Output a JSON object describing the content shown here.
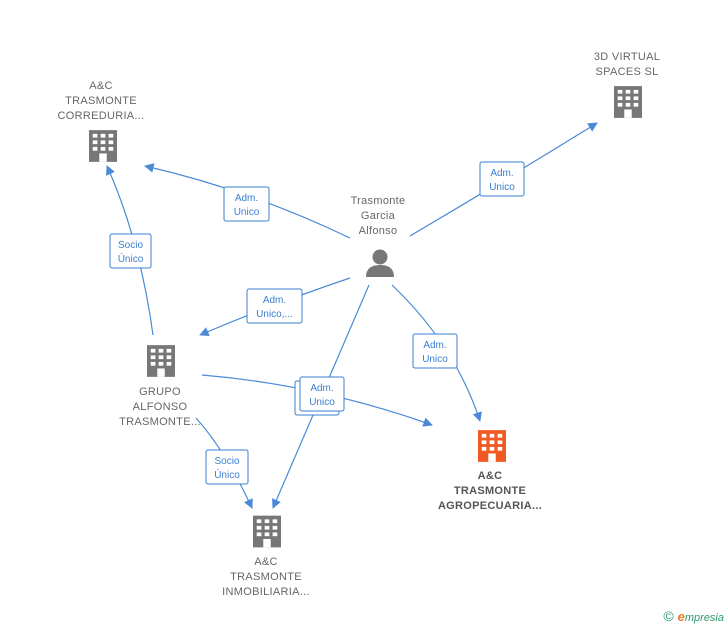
{
  "colors": {
    "edge": "#4a8ad6",
    "edge_text": "#3a7fd0",
    "building": "#777777",
    "building_main": "#f05a22",
    "person": "#777777",
    "footer": "#2c9a6d"
  },
  "nodes": {
    "person": {
      "lines": [
        "Trasmonte",
        "Garcia",
        "Alfonso"
      ],
      "icon": "person-icon"
    },
    "correduria": {
      "lines": [
        "A&C",
        "TRASMONTE",
        "CORREDURIA..."
      ],
      "icon": "building-icon"
    },
    "virtual": {
      "lines": [
        "3D VIRTUAL",
        "SPACES  SL"
      ],
      "icon": "building-icon"
    },
    "grupo": {
      "lines": [
        "GRUPO",
        "ALFONSO",
        "TRASMONTE..."
      ],
      "icon": "building-icon"
    },
    "agropecuaria": {
      "lines": [
        "A&C",
        "TRASMONTE",
        "AGROPECUARIA..."
      ],
      "icon": "building-icon"
    },
    "inmobiliaria": {
      "lines": [
        "A&C",
        "TRASMONTE",
        "INMOBILIARIA..."
      ],
      "icon": "building-icon"
    }
  },
  "edges": {
    "person_correduria": [
      "Adm.",
      "Unico"
    ],
    "person_virtual": [
      "Adm.",
      "Unico"
    ],
    "person_grupo": [
      "Adm.",
      "Unico,..."
    ],
    "person_agropecuaria": [
      "Adm.",
      "Unico"
    ],
    "person_inmobiliaria": [
      "Adm.",
      "Unico"
    ],
    "grupo_correduria": [
      "Socio",
      "Único"
    ],
    "grupo_inmobiliaria": [
      "Socio",
      "Único"
    ]
  },
  "footer": {
    "copyright": "©",
    "brand_initial": "e",
    "brand_rest": "mpresia"
  }
}
